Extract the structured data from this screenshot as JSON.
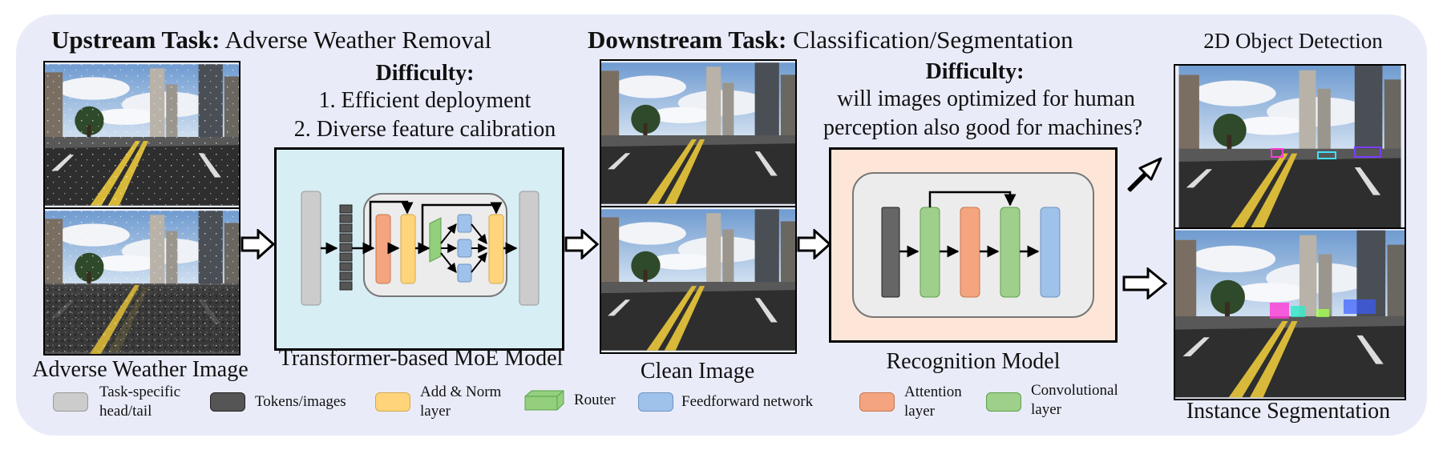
{
  "upstream": {
    "heading_bold": "Upstream Task:",
    "heading_rest": "Adverse Weather Removal",
    "difficulty_title": "Difficulty:",
    "difficulty_line1": "1. Efficient deployment",
    "difficulty_line2": "2. Diverse feature calibration",
    "input_caption": "Adverse Weather Image",
    "model_caption": "Transformer-based MoE Model"
  },
  "downstream": {
    "heading_bold": "Downstream Task:",
    "heading_rest": "Classification/Segmentation",
    "difficulty_title": "Difficulty:",
    "difficulty_line1": "will images optimized for human",
    "difficulty_line2": "perception also good for machines?",
    "clean_caption": "Clean Image",
    "model_caption": "Recognition Model"
  },
  "outputs": {
    "detection_title": "2D Object Detection",
    "segmentation_title": "Instance Segmentation"
  },
  "legend": [
    {
      "line1": "Task-specific",
      "line2": "head/tail",
      "color": "#cccccc"
    },
    {
      "line1": "Tokens/images",
      "line2": "",
      "color": "#555555"
    },
    {
      "line1": "Add & Norm",
      "line2": "layer",
      "color": "#ffd47a"
    },
    {
      "line1": "Router",
      "line2": "",
      "color": "#93cf7d"
    },
    {
      "line1": "Feedforward network",
      "line2": "",
      "color": "#9fc2ea"
    },
    {
      "line1": "Attention",
      "line2": "layer",
      "color": "#f4a57f"
    },
    {
      "line1": "Convolutional",
      "line2": "layer",
      "color": "#9fd08b"
    }
  ],
  "colors": {
    "panel_bg": "#e9ecf8",
    "moe_bg": "#d7eef5",
    "recognition_bg": "#fde6d8",
    "head_tail": "#cccccc",
    "tokens": "#555555",
    "add_norm": "#ffd47a",
    "router": "#93cf7d",
    "ffn": "#9fc2ea",
    "attention": "#f4a57f",
    "conv": "#9fd08b"
  },
  "icons": [
    "hollow-right-arrow-icon",
    "hollow-diagonal-arrow-icon"
  ]
}
